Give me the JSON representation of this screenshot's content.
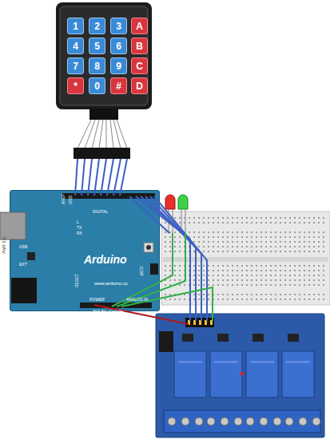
{
  "diagram": {
    "nodes": [
      {
        "text": [
          "1"
        ]
      },
      {
        "text": [
          "2"
        ]
      },
      {
        "text": [
          "3"
        ]
      },
      {
        "text": [
          "A"
        ]
      },
      {
        "text": [
          "4"
        ]
      },
      {
        "text": [
          "5"
        ]
      },
      {
        "text": [
          "6"
        ]
      },
      {
        "text": [
          "B"
        ]
      },
      {
        "text": [
          "7"
        ]
      },
      {
        "text": [
          "8"
        ]
      },
      {
        "text": [
          "9"
        ]
      },
      {
        "text": [
          "C"
        ]
      },
      {
        "text": [
          "*"
        ]
      },
      {
        "text": [
          "0"
        ]
      },
      {
        "text": [
          "#"
        ]
      },
      {
        "text": [
          "D"
        ]
      },
      {
        "text": [
          "Arduino"
        ]
      }
    ],
    "labels": [
      "AREF",
      "GND",
      "DIGITAL",
      "L",
      "TX",
      "RX",
      "ICSP",
      "RESET",
      "POWER",
      "ANALOG IN",
      "3V3",
      "5V",
      "Gnd",
      "Vin",
      "www.arduino.cc",
      "USB",
      "EXT",
      "PWR SEL"
    ]
  }
}
